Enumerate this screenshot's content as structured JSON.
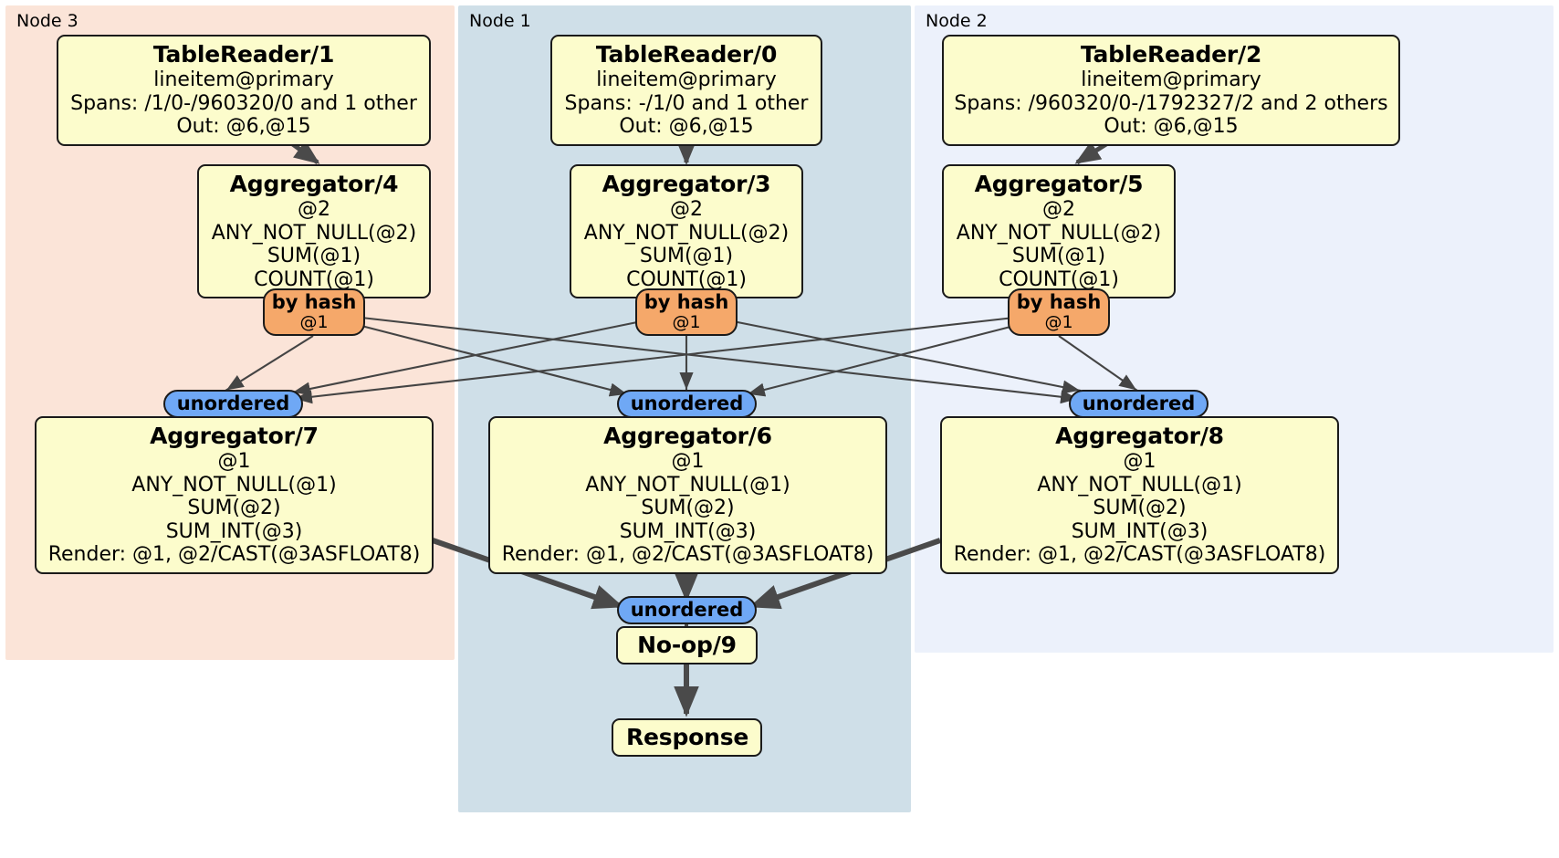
{
  "diagram": {
    "type": "distsql-physical-plan",
    "title": "",
    "colors": {
      "node3_panel": "#fbe4d8",
      "node1_panel": "#cfdfe8",
      "node2_panel": "#ecf1fb",
      "processor_fill": "#fcfccc",
      "processor_stroke": "#1a1a1a",
      "hash_router_fill": "#f5a86a",
      "unordered_router_fill": "#6fa8f5",
      "edge_stroke": "#444444",
      "thick_edge_stroke": "#4a4a4a"
    }
  },
  "clusters": [
    {
      "id": "node3",
      "label": "Node 3"
    },
    {
      "id": "node1",
      "label": "Node 1"
    },
    {
      "id": "node2",
      "label": "Node 2"
    }
  ],
  "processors": {
    "table_reader_1": {
      "title": "TableReader/1",
      "lines": [
        "lineitem@primary",
        "Spans: /1/0-/960320/0 and 1 other",
        "Out: @6,@15"
      ]
    },
    "table_reader_0": {
      "title": "TableReader/0",
      "lines": [
        "lineitem@primary",
        "Spans: -/1/0 and 1 other",
        "Out: @6,@15"
      ]
    },
    "table_reader_2": {
      "title": "TableReader/2",
      "lines": [
        "lineitem@primary",
        "Spans: /960320/0-/1792327/2 and 2 others",
        "Out: @6,@15"
      ]
    },
    "aggregator_4": {
      "title": "Aggregator/4",
      "lines": [
        "@2",
        "ANY_NOT_NULL(@2)",
        "SUM(@1)",
        "COUNT(@1)"
      ]
    },
    "aggregator_3": {
      "title": "Aggregator/3",
      "lines": [
        "@2",
        "ANY_NOT_NULL(@2)",
        "SUM(@1)",
        "COUNT(@1)"
      ]
    },
    "aggregator_5": {
      "title": "Aggregator/5",
      "lines": [
        "@2",
        "ANY_NOT_NULL(@2)",
        "SUM(@1)",
        "COUNT(@1)"
      ]
    },
    "aggregator_7": {
      "title": "Aggregator/7",
      "lines": [
        "@1",
        "ANY_NOT_NULL(@1)",
        "SUM(@2)",
        "SUM_INT(@3)",
        "Render: @1, @2/CAST(@3ASFLOAT8)"
      ]
    },
    "aggregator_6": {
      "title": "Aggregator/6",
      "lines": [
        "@1",
        "ANY_NOT_NULL(@1)",
        "SUM(@2)",
        "SUM_INT(@3)",
        "Render: @1, @2/CAST(@3ASFLOAT8)"
      ]
    },
    "aggregator_8": {
      "title": "Aggregator/8",
      "lines": [
        "@1",
        "ANY_NOT_NULL(@1)",
        "SUM(@2)",
        "SUM_INT(@3)",
        "Render: @1, @2/CAST(@3ASFLOAT8)"
      ]
    },
    "noop_9": {
      "title": "No-op/9",
      "lines": []
    },
    "response": {
      "title": "Response",
      "lines": []
    }
  },
  "routers": {
    "hash_left": {
      "label": "by hash",
      "sub": "@1"
    },
    "hash_mid": {
      "label": "by hash",
      "sub": "@1"
    },
    "hash_right": {
      "label": "by hash",
      "sub": "@1"
    },
    "unordered_left": {
      "label": "unordered",
      "sub": ""
    },
    "unordered_mid": {
      "label": "unordered",
      "sub": ""
    },
    "unordered_right": {
      "label": "unordered",
      "sub": ""
    },
    "unordered_final": {
      "label": "unordered",
      "sub": ""
    }
  }
}
